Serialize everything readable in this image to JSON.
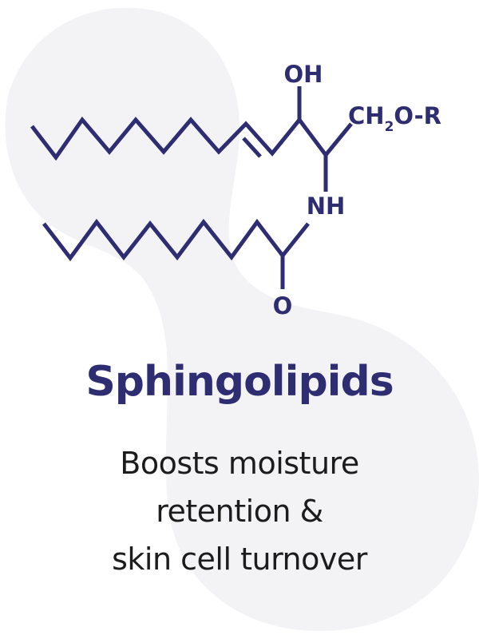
{
  "molecule": {
    "labels": {
      "oh": "OH",
      "ch2or_a": "CH",
      "ch2or_sub": "2",
      "ch2or_b": "O-R",
      "nh": "NH",
      "o": "O"
    }
  },
  "title": "Sphingolipids",
  "description": [
    "Boosts moisture",
    "retention &",
    "skin cell turnover"
  ],
  "colors": {
    "primary": "#2e2d72",
    "background_blob": "#f3f3f6",
    "text": "#1c1c1c"
  }
}
